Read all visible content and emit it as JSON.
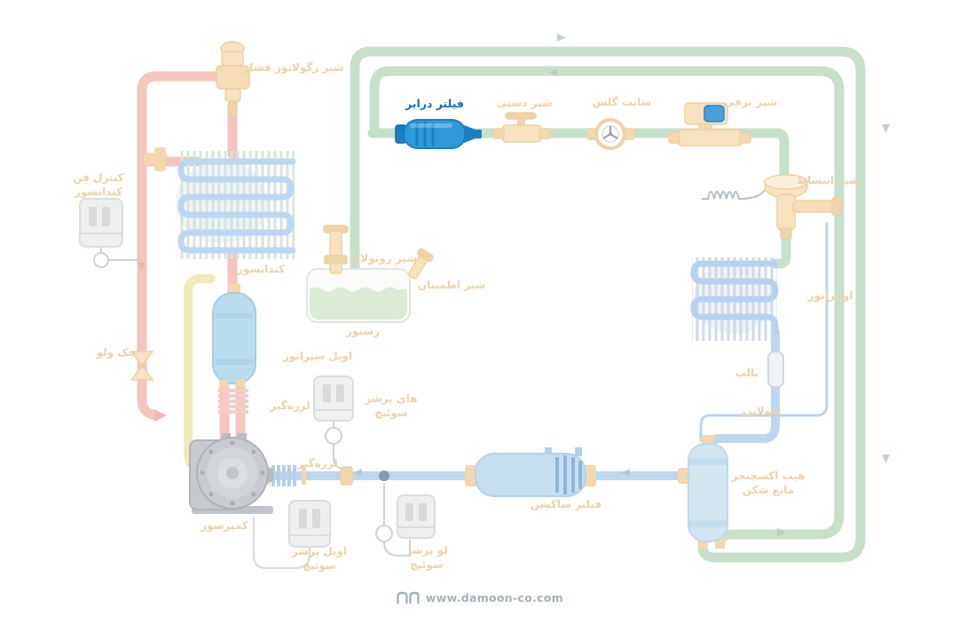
{
  "labels": {
    "pressure_regulator": "شیر رگولاتور فشار",
    "filter_drier": "فیلتر درایر",
    "manual_valve": "شیر دستی",
    "sight_glass": "سایت گلس",
    "electric_valve": "شیر برقی",
    "expansion_valve": "شیر انبساط",
    "evaporator": "اواپراتور",
    "bulb": "بالب",
    "equalizer": "اکولایزر",
    "heat_exchanger": "هیت اکسچنجر\nمایع شکن",
    "suction_filter": "فیلتر ساکشن",
    "compressor": "کمپرسور",
    "oil_separator": "اویل سپراتور",
    "receiver": "رسیور",
    "rotolock_valve": "شیر روتولاک",
    "safety_valve": "شیر اطمینان",
    "condenser": "کندانسور",
    "fan_control": "کنترل فن\nکندانسور",
    "check_valve": "چک ولو",
    "vibration_absorber_top": "لرزه‌گیر",
    "vibration_absorber_bottom": "لرزه‌گیر",
    "high_pressure_switch": "های پرشر\nسوئیچ",
    "oil_pressure_switch": "اویل پرشر\nسوئیچ",
    "low_pressure_switch": "لو پرشر\nسوئیچ"
  },
  "watermark": {
    "text": "www.damoon-co.com"
  },
  "highlight": {
    "component": "filter_drier",
    "color": "#2e9ad8"
  },
  "colors": {
    "pipe_green": "#c6e0cc",
    "pipe_red": "#f5c5be",
    "pipe_yellow": "#efecba",
    "pipe_blue": "#bcd8ee",
    "component_peach": "#f8e2c0",
    "label_tan": "#ecd2ac",
    "highlight_blue": "#2e9ad8",
    "watermark_gray": "#a6b1b8"
  },
  "icons": {
    "damoon_logo": "two-arch-logo",
    "flow_arrow": "small-triangle"
  }
}
